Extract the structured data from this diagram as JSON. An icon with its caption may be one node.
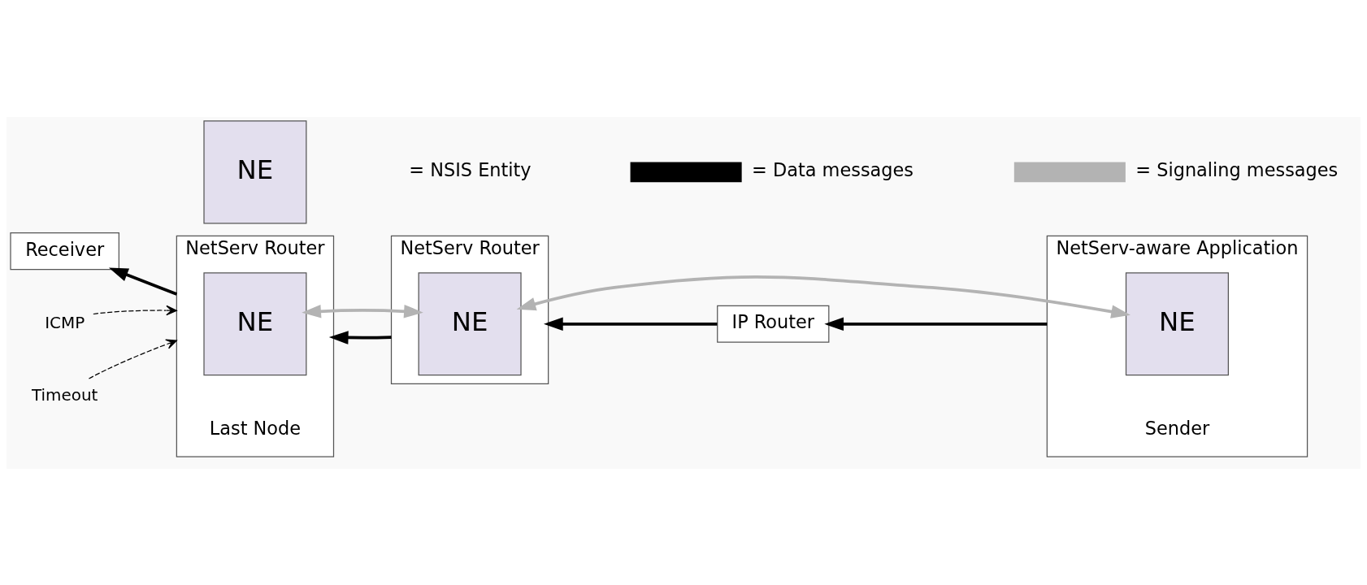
{
  "diagram": {
    "nodes": [
      {
        "text": [
          "Receiver"
        ]
      },
      {
        "text": [
          "NetServ Router",
          "Last Node"
        ]
      },
      {
        "text": [
          "NE"
        ],
        "in": 1
      },
      {
        "text": [
          "NetServ Router"
        ]
      },
      {
        "text": [
          "NE"
        ],
        "in": 3
      },
      {
        "text": [
          "IP Router"
        ]
      },
      {
        "text": [
          "NetServ-aware Application",
          "Sender"
        ]
      },
      {
        "text": [
          "NE"
        ],
        "in": 6
      },
      {
        "text": [
          "ICMP"
        ]
      },
      {
        "text": [
          "Timeout"
        ]
      },
      {
        "text": [
          "NE"
        ]
      }
    ],
    "edges": [
      {
        "from": 1,
        "to": 0,
        "arrow": "to"
      },
      {
        "from": 3,
        "to": 1,
        "arrow": "to"
      },
      {
        "from": 5,
        "to": 3,
        "arrow": "to"
      },
      {
        "from": 6,
        "to": 5,
        "arrow": "to"
      },
      {
        "from": 2,
        "to": 4,
        "arrow": "both",
        "color": "#b3b3b3"
      },
      {
        "from": 4,
        "to": 7,
        "arrow": "both",
        "color": "#b3b3b3"
      },
      {
        "from": 8,
        "to": 1,
        "arrow": "to",
        "style": "dashed"
      },
      {
        "from": 9,
        "to": 1,
        "arrow": "to",
        "style": "dashed"
      }
    ],
    "legend": [
      {
        "text": "= NSIS Entity"
      },
      {
        "text": "= Data messages"
      },
      {
        "text": "= Signaling messages"
      }
    ]
  }
}
